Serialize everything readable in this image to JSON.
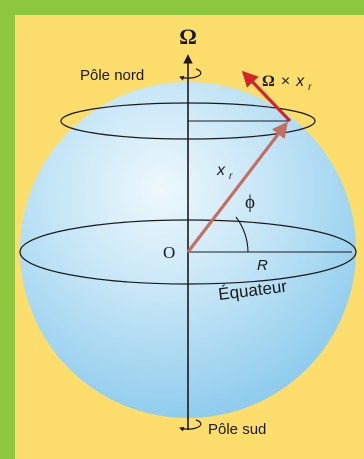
{
  "labels": {
    "omega_axis": "Ω",
    "north_pole": "Pôle nord",
    "south_pole": "Pôle sud",
    "cross_product_omega": "Ω",
    "cross_product_times": "×",
    "cross_product_x": "x",
    "cross_product_sub": "r",
    "position_vector_x": "x",
    "position_vector_sub": "r",
    "angle": "ϕ",
    "origin": "O",
    "radius": "R",
    "equator": "Équateur"
  },
  "colors": {
    "background_border": "#8dc63f",
    "panel": "#fddd6b",
    "sphere_light": "#e6f5fc",
    "sphere_dark": "#7fc2e8",
    "position_vector": "#c56e63",
    "velocity_vector": "#d0262b",
    "ink": "#1a1a1a"
  }
}
